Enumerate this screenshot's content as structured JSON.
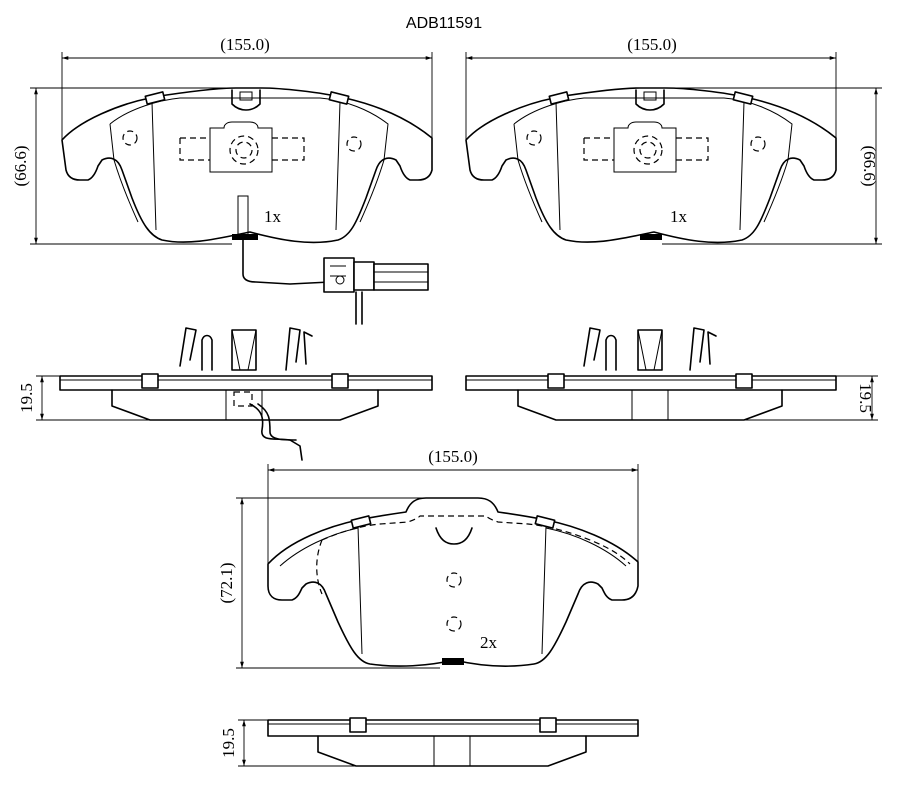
{
  "title": "ADB11591",
  "views": {
    "top_left": {
      "width_label": "(155.0)",
      "height_label": "(66.6)",
      "qty_label": "1x"
    },
    "top_right": {
      "width_label": "(155.0)",
      "height_label": "(66.6)",
      "qty_label": "1x"
    },
    "side_left": {
      "thickness_label": "19.5"
    },
    "side_right": {
      "thickness_label": "19.5"
    },
    "bottom": {
      "width_label": "(155.0)",
      "height_label": "(72.1)",
      "qty_label": "2x"
    },
    "bottom_side": {
      "thickness_label": "19.5"
    }
  }
}
